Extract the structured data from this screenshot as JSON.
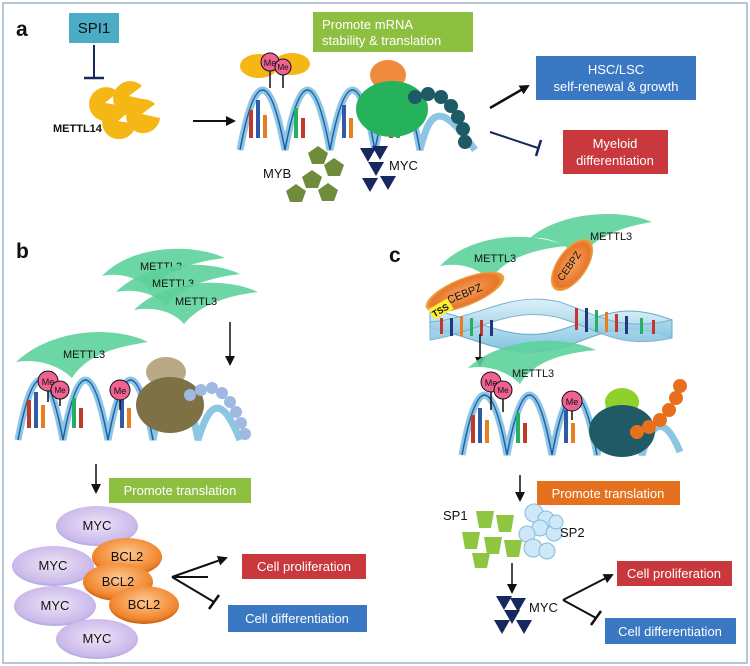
{
  "panels": {
    "a": "a",
    "b": "b",
    "c": "c"
  },
  "panel_a": {
    "spi1": "SPI1",
    "mettl14": "METTL14",
    "promote_line1": "Promote mRNA",
    "promote_line2": "stability & translation",
    "me": "Me",
    "myb": "MYB",
    "myc": "MYC",
    "hsc_line1": "HSC/LSC",
    "hsc_line2": "self-renewal & growth",
    "myeloid_line1": "Myeloid",
    "myeloid_line2": "differentiation"
  },
  "panel_b": {
    "mettl3": "METTL3",
    "me": "Me",
    "promote": "Promote translation",
    "myc": "MYC",
    "bcl2": "BCL2",
    "proliferation": "Cell proliferation",
    "differentiation": "Cell differentiation"
  },
  "panel_c": {
    "mettl3": "METTL3",
    "cebpz": "CEBPZ",
    "tss": "TSS",
    "me": "Me",
    "promote": "Promote translation",
    "sp1": "SP1",
    "sp2": "SP2",
    "myc": "MYC",
    "proliferation": "Cell proliferation",
    "differentiation": "Cell differentiation"
  },
  "colors": {
    "teal_box": "#4bacc6",
    "green_box": "#8dc040",
    "blue_box": "#3a78c3",
    "red_box": "#c8383c",
    "orange_box": "#e5701d",
    "mettl14_yellow": "#f5b716",
    "mettl3_green": "#5dd19b",
    "me_pink": "#f06292",
    "navy": "#17285e",
    "pentagon_green": "#6f8c3a"
  }
}
